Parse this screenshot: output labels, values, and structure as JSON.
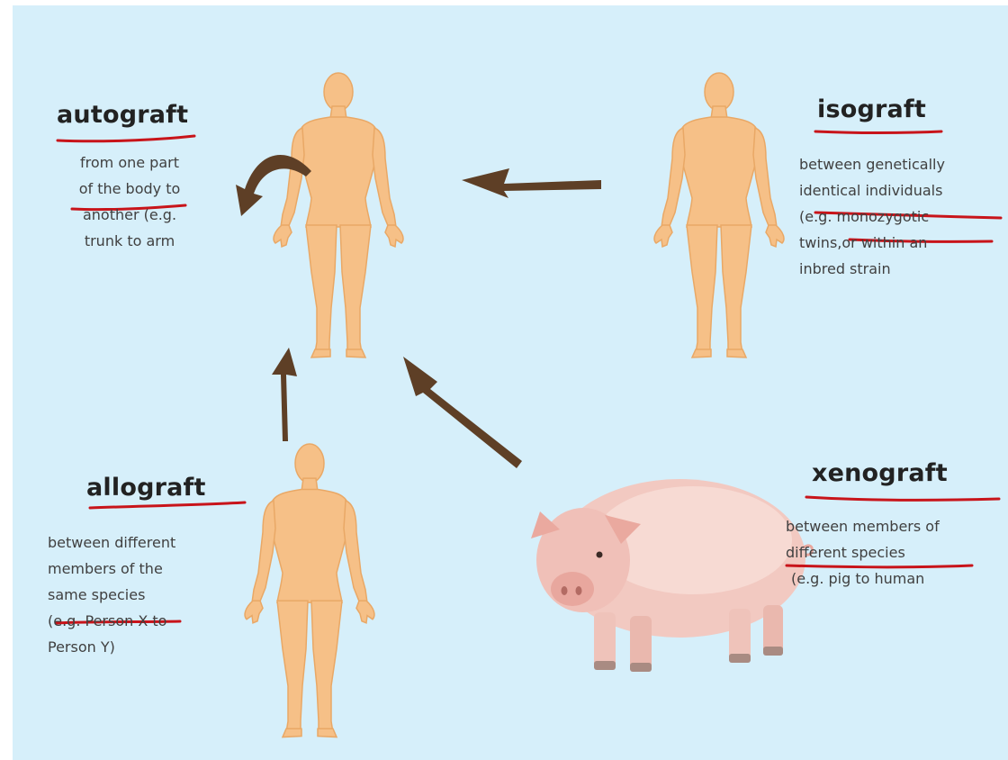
{
  "colors": {
    "background": "#d6effa",
    "figure_fill": "#f6c087",
    "figure_stroke": "#e9a866",
    "arrow": "#5e3f26",
    "annotation_ink": "#c8141a"
  },
  "panels": {
    "autograft": {
      "title": "autograft",
      "lines": [
        "from one part",
        "of the body to",
        "another (e.g.",
        "trunk to arm"
      ]
    },
    "isograft": {
      "title": "isograft",
      "lines": [
        "between genetically",
        "identical individuals",
        "(e.g. monozygotic",
        "twins,or within an",
        "inbred strain"
      ]
    },
    "allograft": {
      "title": "allograft",
      "lines": [
        "between different",
        "members of the",
        "same species",
        "(e.g. Person X to",
        "Person Y)"
      ]
    },
    "xenograft": {
      "title": "xenograft",
      "lines": [
        "between members of",
        "different species",
        "(e.g. pig to human"
      ]
    }
  },
  "icons": [
    "human-figure-icon",
    "pig-icon",
    "curved-arrow-icon",
    "arrow-icon"
  ]
}
